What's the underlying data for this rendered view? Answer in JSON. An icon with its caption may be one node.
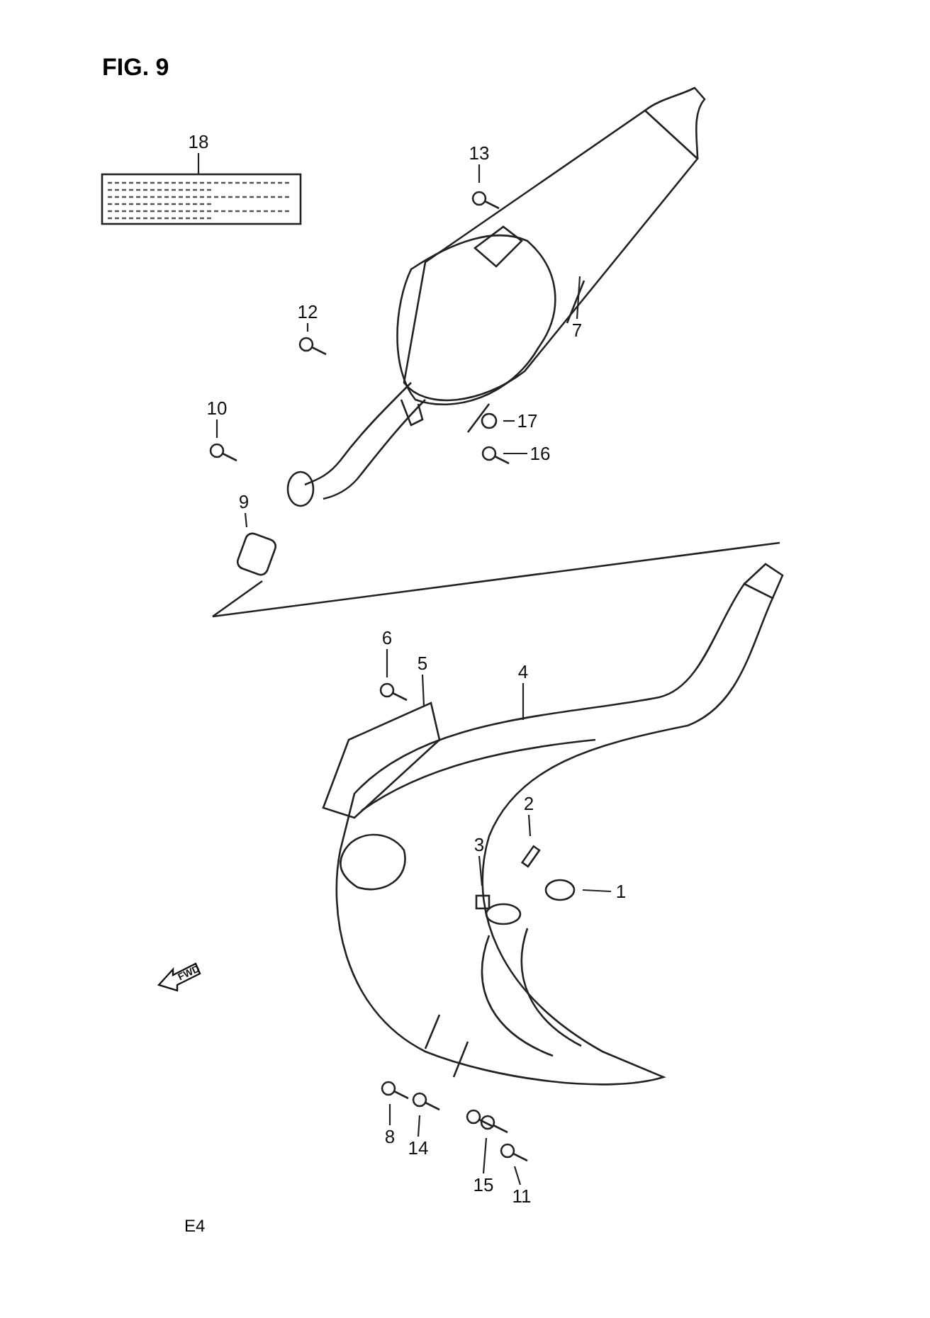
{
  "diagram": {
    "title": "FIG. 9",
    "nodes": [
      {
        "text": [
          "18"
        ]
      },
      {
        "text": [
          "13"
        ]
      },
      {
        "text": [
          "12"
        ]
      },
      {
        "text": [
          "7"
        ]
      },
      {
        "text": [
          "10"
        ]
      },
      {
        "text": [
          "17"
        ]
      },
      {
        "text": [
          "16"
        ]
      },
      {
        "text": [
          "9"
        ]
      },
      {
        "text": [
          "6"
        ]
      },
      {
        "text": [
          "5"
        ]
      },
      {
        "text": [
          "4"
        ]
      },
      {
        "text": [
          "2"
        ]
      },
      {
        "text": [
          "3"
        ]
      },
      {
        "text": [
          "1"
        ]
      },
      {
        "text": [
          "8"
        ]
      },
      {
        "text": [
          "14"
        ]
      },
      {
        "text": [
          "15"
        ]
      },
      {
        "text": [
          "11"
        ]
      }
    ],
    "edges": [
      {
        "from": 0,
        "to": null,
        "arrow": "none"
      },
      {
        "from": 1,
        "to": null,
        "arrow": "none"
      },
      {
        "from": 2,
        "to": null,
        "arrow": "none"
      },
      {
        "from": 3,
        "to": null,
        "arrow": "none"
      },
      {
        "from": 4,
        "to": null,
        "arrow": "none"
      },
      {
        "from": 5,
        "to": null,
        "arrow": "none"
      },
      {
        "from": 6,
        "to": null,
        "arrow": "none"
      },
      {
        "from": 7,
        "to": null,
        "arrow": "none"
      },
      {
        "from": 8,
        "to": null,
        "arrow": "none"
      },
      {
        "from": 9,
        "to": null,
        "arrow": "none"
      },
      {
        "from": 10,
        "to": null,
        "arrow": "none"
      },
      {
        "from": 11,
        "to": null,
        "arrow": "none"
      },
      {
        "from": 12,
        "to": null,
        "arrow": "none"
      },
      {
        "from": 13,
        "to": null,
        "arrow": "none"
      },
      {
        "from": 14,
        "to": null,
        "arrow": "none"
      },
      {
        "from": 15,
        "to": null,
        "arrow": "none"
      },
      {
        "from": 16,
        "to": null,
        "arrow": "none"
      },
      {
        "from": 17,
        "to": null,
        "arrow": "none"
      }
    ],
    "labels": [
      "FWD",
      "E4"
    ]
  }
}
